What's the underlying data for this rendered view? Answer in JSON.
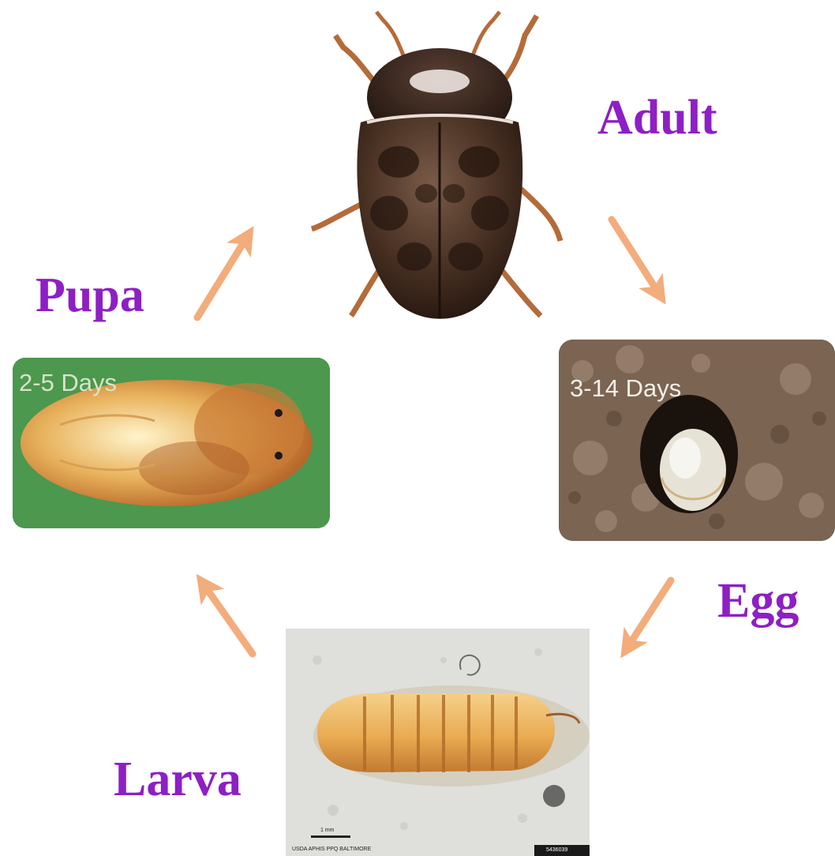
{
  "stages": {
    "adult": "Adult",
    "egg": "Egg",
    "larva": "Larva",
    "pupa": "Pupa"
  },
  "durations": {
    "egg": "3-14 Days",
    "pupa": "2-5 Days"
  },
  "larva_photo": {
    "scale": "1 mm",
    "credit": "USDA APHIS PPQ BALTIMORE",
    "image_number": "5436039"
  },
  "colors": {
    "label": "#8e1fc4",
    "arrow": "#f2a46e",
    "pupa_background": "#3d8e45",
    "egg_background": "#7b6452",
    "larva_background": "#dfe0dc"
  },
  "icons": {
    "adult": "carpet-beetle-adult-icon",
    "egg": "egg-icon",
    "larva": "larva-icon",
    "pupa": "pupa-icon"
  }
}
